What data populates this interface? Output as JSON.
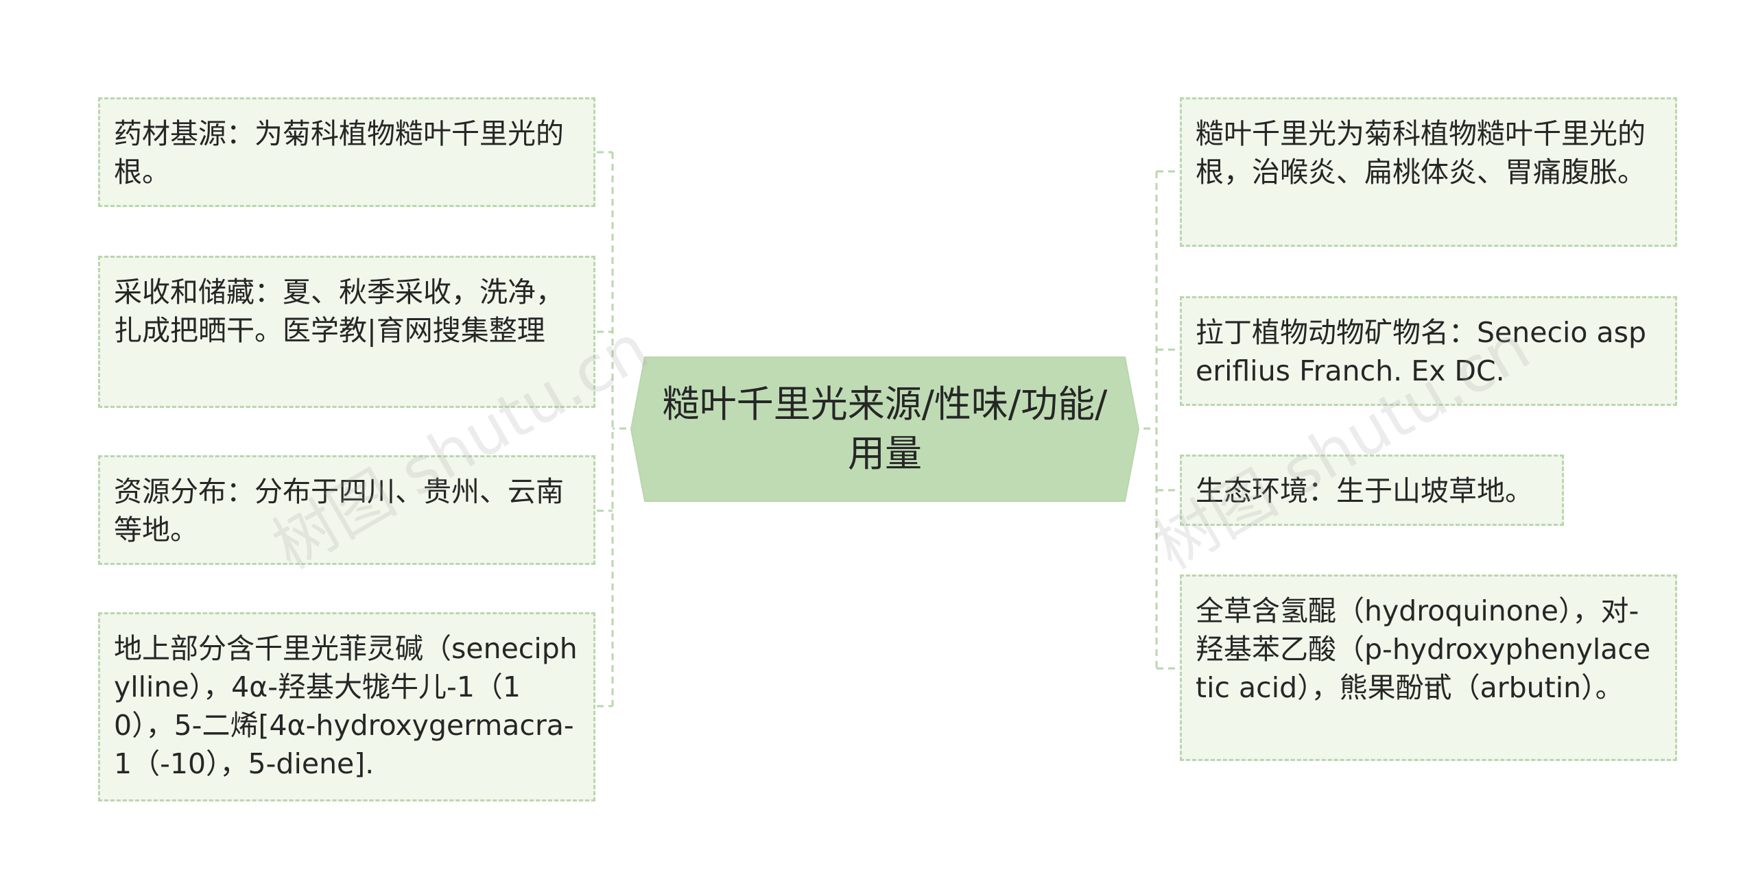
{
  "center": {
    "text": "糙叶千里光来源/性味/功能/用量"
  },
  "left_nodes": [
    {
      "text": "药材基源：为菊科植物糙叶千里光的根。"
    },
    {
      "text": "采收和储藏：夏、秋季采收，洗净，扎成把晒干。医学教|育网搜集整理"
    },
    {
      "text": "资源分布：分布于四川、贵州、云南等地。"
    },
    {
      "text": "地上部分含千里光菲灵碱（seneciphylline），4α-羟基大牻牛儿-1（10），5-二烯[4α-hydroxygermacra-1（-10），5-diene]."
    }
  ],
  "right_nodes": [
    {
      "text": "糙叶千里光为菊科植物糙叶千里光的根，治喉炎、扁桃体炎、胃痛腹胀。"
    },
    {
      "text": "拉丁植物动物矿物名：Senecio asperiflius Franch. Ex DC."
    },
    {
      "text": "生态环境：生于山坡草地。"
    },
    {
      "text": "全草含氢醌（hydroquinone），对-羟基苯乙酸（p-hydroxyphenylacetic acid），熊果酚甙（arbutin）。"
    }
  ],
  "watermarks": [
    "树图 shutu.cn",
    "树图 shutu.cn"
  ],
  "colors": {
    "center_fill": "#bfdbb4",
    "node_fill": "#f1f7eb",
    "node_border": "#b9d7ad",
    "connector": "#b9d7ad",
    "text": "#262626"
  }
}
